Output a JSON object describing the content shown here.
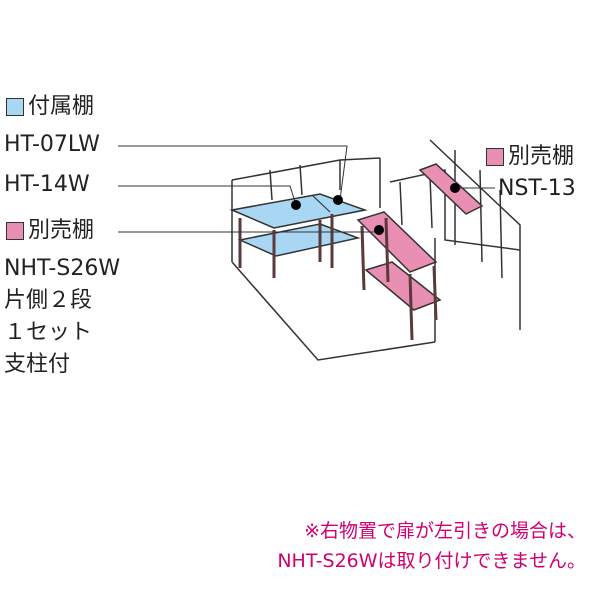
{
  "colors": {
    "attached_shelf": "#a9d6f2",
    "sold_separately_shelf": "#e98fb3",
    "line": "#333333",
    "note_text": "#d0006f"
  },
  "left_legend": {
    "attached": {
      "label": "付属棚",
      "models": [
        "HT-07LW",
        "HT-14W"
      ]
    },
    "separate": {
      "label": "別売棚",
      "model": "NHT-S26W",
      "details": [
        "片側２段",
        "１セット",
        "支柱付"
      ]
    }
  },
  "right_legend": {
    "label": "別売棚",
    "model": "NST-13"
  },
  "note": {
    "line1": "※右物置で扉が左引きの場合は、",
    "line2": "NHT-S26Wは取り付けできません。"
  }
}
